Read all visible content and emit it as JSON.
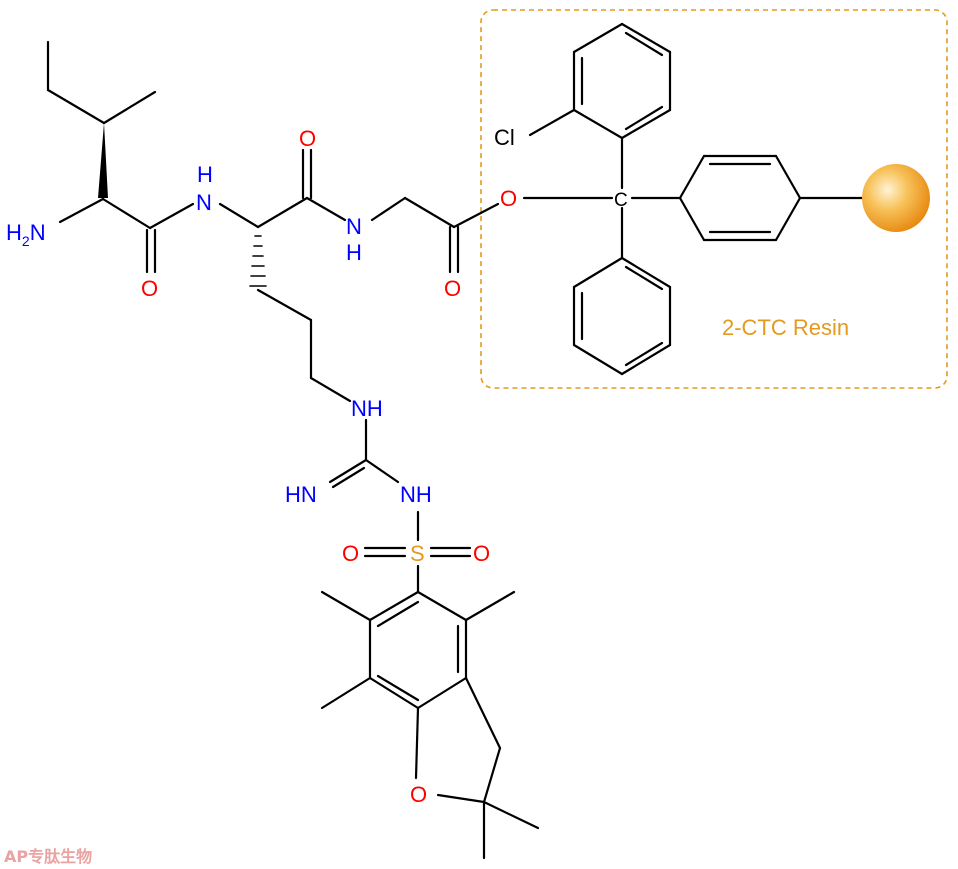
{
  "molecule": {
    "labels": {
      "h2n": "H",
      "h2n_sub": "2",
      "h2n_n": "N",
      "nh_top": "H",
      "nh_top_n": "N",
      "o1": "O",
      "o2": "O",
      "nh_gly": "N",
      "nh_gly_h": "H",
      "o3": "O",
      "o_ester": "O",
      "cl": "Cl",
      "c_trityl": "C",
      "nh_side": "NH",
      "hn_imine": "HN",
      "nh_sulfonyl": "NH",
      "s": "S",
      "o_s_left": "O",
      "o_s_right": "O",
      "o_ring": "O"
    },
    "colors": {
      "bond": "#000000",
      "nitrogen": "#0000ff",
      "oxygen": "#ff0000",
      "sulfur": "#e39a1f",
      "chlorine": "#000000",
      "resin": "#e39a1f"
    }
  },
  "resin": {
    "label": "2-CTC Resin",
    "bead_icon": "resin-bead"
  },
  "watermark": {
    "text": "AP专肽生物"
  }
}
